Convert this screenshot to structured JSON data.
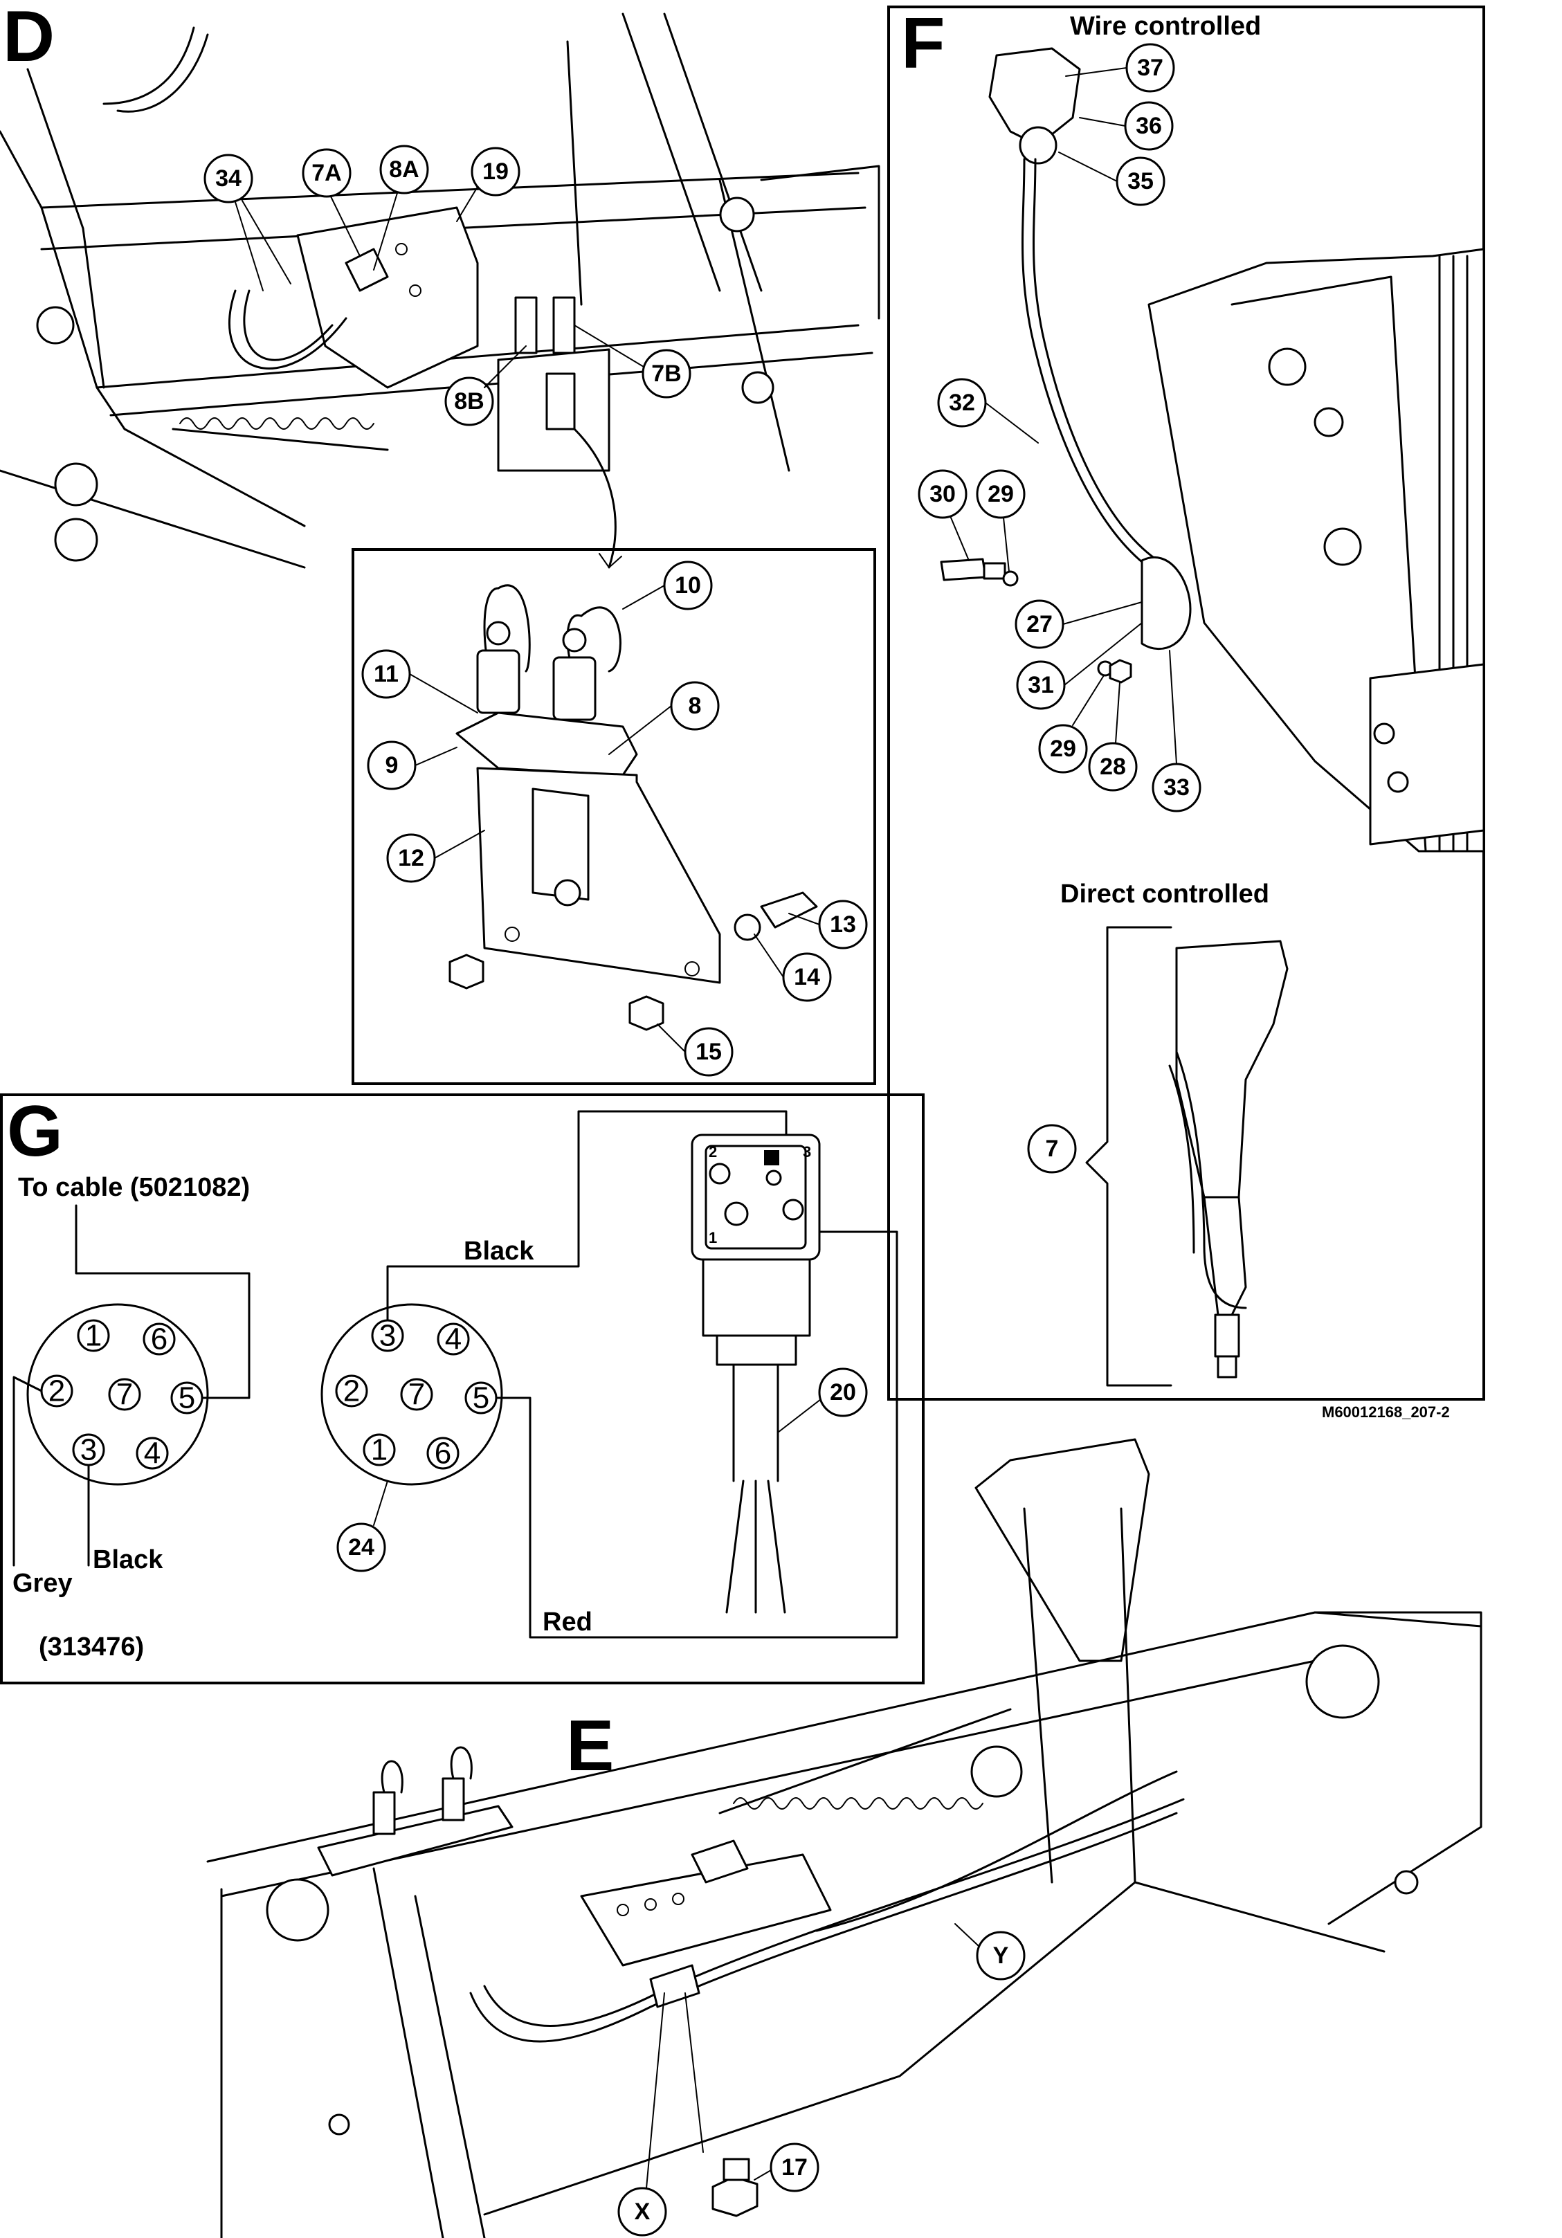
{
  "sections": {
    "d": "D",
    "e": "E",
    "f": "F",
    "g": "G"
  },
  "section_f": {
    "wire_controlled": "Wire controlled",
    "direct_controlled": "Direct controlled",
    "figure_ref": "M60012168_207-2"
  },
  "section_g": {
    "to_cable": "To cable (5021082)",
    "grey": "Grey",
    "black_left": "Black",
    "part_no": "(313476)",
    "black_right": "Black",
    "red": "Red",
    "left_pins": [
      "1",
      "6",
      "2",
      "7",
      "5",
      "3",
      "4"
    ],
    "right_pins": [
      "3",
      "4",
      "2",
      "7",
      "5",
      "1",
      "6"
    ],
    "terminal_1": "1",
    "terminal_2": "2",
    "terminal_3": "3"
  },
  "callouts": {
    "c34": "34",
    "c7a": "7A",
    "c8a": "8A",
    "c19": "19",
    "c8b": "8B",
    "c7b": "7B",
    "c10": "10",
    "c11": "11",
    "c8": "8",
    "c9": "9",
    "c12": "12",
    "c13": "13",
    "c14": "14",
    "c15": "15",
    "c37": "37",
    "c36": "36",
    "c35": "35",
    "c32": "32",
    "c30": "30",
    "c29a": "29",
    "c27": "27",
    "c31": "31",
    "c29b": "29",
    "c28": "28",
    "c33": "33",
    "c7": "7",
    "c20": "20",
    "c24": "24",
    "cy": "Y",
    "cx": "X",
    "c17": "17"
  }
}
